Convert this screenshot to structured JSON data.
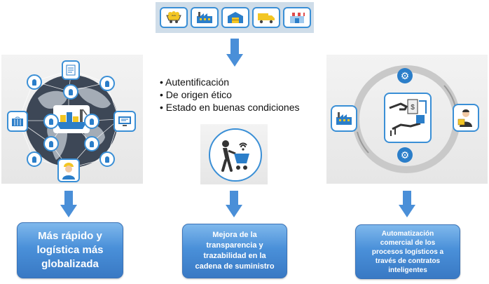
{
  "top_icons": [
    "mining-cart-icon",
    "factory-icon",
    "warehouse-icon",
    "truck-icon",
    "store-icon"
  ],
  "left_panel": {
    "icons": [
      "globe-icon",
      "ship-icon",
      "container-icon",
      "document-icon",
      "computer-icon",
      "worker-icon",
      "person-icon"
    ]
  },
  "middle": {
    "bullets": [
      "Autentificación",
      "De origen ético",
      "Estado en buenas condiciones"
    ],
    "icon": "shopping-cart-scan-icon"
  },
  "right_panel": {
    "icons": [
      "factory-icon",
      "payment-exchange-icon",
      "gear-icon",
      "delivery-person-icon"
    ]
  },
  "boxes": {
    "left": [
      "Más rápido y",
      "logística más",
      "globalizada"
    ],
    "middle": [
      "Mejora de la",
      "transparencia y",
      "trazabilidad en la",
      "cadena de suministro"
    ],
    "right": [
      "Automatización",
      "comercial de los",
      "procesos logísticos a",
      "través de contratos",
      "inteligentes"
    ]
  },
  "colors": {
    "accent": "#3a8fd6",
    "box_fill": "#4a90d9",
    "arrow": "#4a8fd8",
    "panel": "#ebebeb"
  }
}
